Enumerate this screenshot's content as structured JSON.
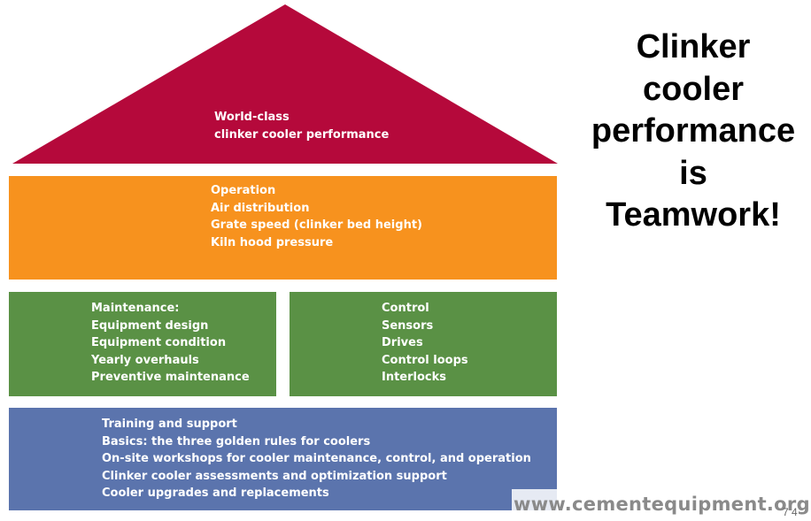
{
  "colors": {
    "roof": "#b5093b",
    "operation": "#f7921e",
    "maintenance": "#5a9145",
    "control": "#5a9145",
    "training": "#5b74ad"
  },
  "roof": {
    "lines": [
      "World-class",
      "clinker cooler performance"
    ]
  },
  "operation": {
    "lines": [
      "Operation",
      "Air distribution",
      "Grate speed (clinker bed height)",
      "Kiln hood pressure"
    ]
  },
  "maintenance": {
    "lines": [
      "Maintenance:",
      "Equipment design",
      "Equipment condition",
      "Yearly overhauls",
      "Preventive maintenance"
    ]
  },
  "control": {
    "lines": [
      "Control",
      "Sensors",
      "Drives",
      "Control loops",
      "Interlocks"
    ]
  },
  "training": {
    "lines": [
      "Training and support",
      "Basics: the three golden rules for coolers",
      "On-site workshops for cooler maintenance, control, and operation",
      "Clinker cooler assessments and optimization support",
      "Cooler upgrades and replacements"
    ]
  },
  "slogan": {
    "lines": [
      "Clinker",
      "cooler",
      "performance",
      "is",
      "Teamwork!"
    ]
  },
  "watermark": "www.cementequipment.org",
  "page_number": "7 4"
}
